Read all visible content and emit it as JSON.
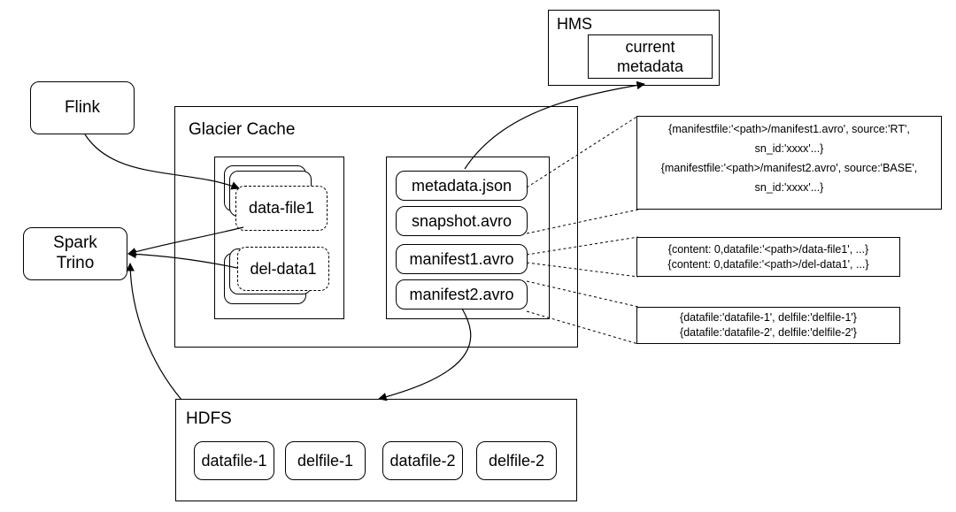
{
  "hms": {
    "title": "HMS",
    "current_metadata_line1": "current",
    "current_metadata_line2": "metadata"
  },
  "flink": {
    "label": "Flink"
  },
  "engines": {
    "line1": "Spark",
    "line2": "Trino"
  },
  "glacier_cache": {
    "title": "Glacier Cache",
    "data_files": [
      "data-file1",
      "del-data1"
    ],
    "metadata_files": [
      "metadata.json",
      "snapshot.avro",
      "manifest1.avro",
      "manifest2.avro"
    ]
  },
  "notes": {
    "snapshot": [
      "{manifestfile:'<path>/manifest1.avro', source:'RT',",
      "sn_id:'xxxx'...}",
      "{manifestfile:'<path>/manifest2.avro', source:'BASE',",
      "sn_id:'xxxx'...}"
    ],
    "manifest1": [
      "{content: 0,datafile:'<path>/data-file1', ...}",
      "{content: 0,datafile:'<path>/del-data1', ...}"
    ],
    "manifest2": [
      "{datafile:'datafile-1', delfile:'delfile-1'}",
      "{datafile:'datafile-2', delfile:'delfile-2'}"
    ]
  },
  "hdfs": {
    "title": "HDFS",
    "files": [
      "datafile-1",
      "delfile-1",
      "datafile-2",
      "delfile-2"
    ]
  }
}
